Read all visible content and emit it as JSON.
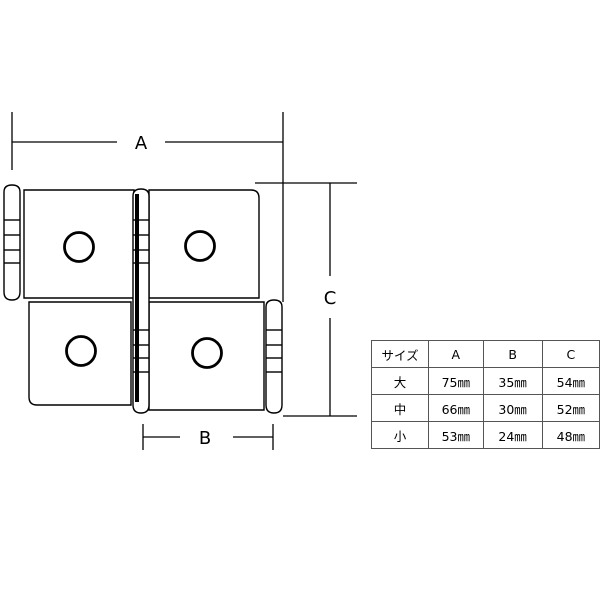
{
  "labels": {
    "a": "A",
    "b": "B",
    "c": "C"
  },
  "table": {
    "header": [
      "サイズ",
      "A",
      "B",
      "C"
    ],
    "rows": [
      [
        "大",
        "75㎜",
        "35㎜",
        "54㎜"
      ],
      [
        "中",
        "66㎜",
        "30㎜",
        "52㎜"
      ],
      [
        "小",
        "53㎜",
        "24㎜",
        "48㎜"
      ]
    ]
  }
}
